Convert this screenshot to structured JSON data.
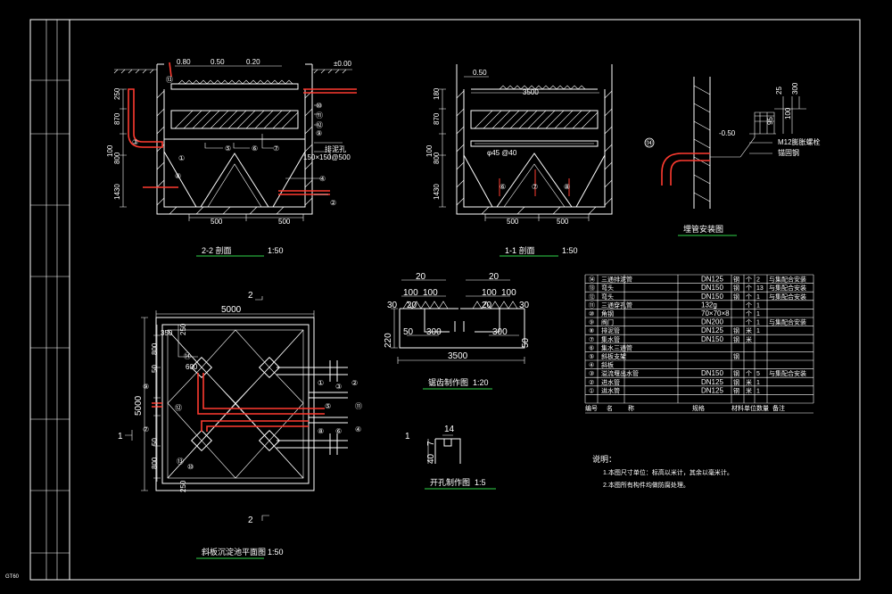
{
  "titles": {
    "section22": "2-2 剖面",
    "section22_scale": "1:50",
    "section11": "1-1 剖面",
    "section11_scale": "1:50",
    "pipe_detail": "埋管安装图",
    "plan": "斜板沉淀池平面图",
    "plan_scale": "1:50",
    "saw_detail": "锯齿制作图",
    "saw_scale": "1:20",
    "hole_detail": "开孔制作图",
    "hole_scale": "1:5"
  },
  "sec22": {
    "top_left": "0.80",
    "top_mid": "0.50",
    "top_right": "0.20",
    "elev": "±0.00",
    "left_dims": [
      "250",
      "870",
      "800",
      "1430"
    ],
    "mid_dim": "100",
    "note": "150×150@500",
    "note_label": "排泥孔",
    "bottom": [
      "500",
      "500"
    ],
    "callouts": [
      "⑬",
      "⑩",
      "⑪",
      "⑫",
      "⑤",
      "⑥",
      "⑦",
      "③",
      "①",
      "⑨",
      "⑧",
      "④",
      "②"
    ]
  },
  "sec11": {
    "top": "0.50",
    "span": "3500",
    "left_dims": [
      "180",
      "870",
      "800",
      "1430"
    ],
    "mid_dim": "100",
    "note": "φ45 @40",
    "bottom": [
      "500",
      "500"
    ],
    "callouts": [
      "⑥",
      "⑦",
      "⑧"
    ]
  },
  "pipe": {
    "dims": [
      "25",
      "300",
      "100",
      "95"
    ],
    "elev": "-0.50",
    "labels": [
      "M12膨胀螺栓",
      "锚固钢"
    ],
    "callouts": [
      "⑭"
    ]
  },
  "plan": {
    "width": "5000",
    "height": "5000",
    "left_dims": [
      "350",
      "800",
      "50",
      "50",
      "800",
      "250"
    ],
    "top_dims": [
      "250",
      "600"
    ],
    "markers": [
      "2",
      "1",
      "1",
      "2"
    ],
    "callouts": [
      "⑭",
      "⑨",
      "⑫",
      "①",
      "③",
      "⑦",
      "⑬",
      "②",
      "④",
      "⑪",
      "⑧",
      "⑥",
      "⑤",
      "⑩"
    ]
  },
  "saw": {
    "top": [
      "20",
      "20"
    ],
    "row2": [
      "100",
      "100",
      "100",
      "100"
    ],
    "row3": [
      "30",
      "20",
      "20",
      "30"
    ],
    "left": [
      "220"
    ],
    "mid": [
      "50",
      "300",
      "300",
      "50"
    ],
    "span": "3500"
  },
  "hole": {
    "dims": [
      "14",
      "7",
      "40"
    ]
  },
  "table": {
    "headers": [
      "编号",
      "名",
      "称",
      "规格",
      "材料",
      "单位",
      "数量",
      "备注"
    ],
    "rows": [
      [
        "⑭",
        "三通排泥管",
        "DN125",
        "钢",
        "个",
        "2",
        "与集配合安装"
      ],
      [
        "⑬",
        "弯头",
        "DN150",
        "钢",
        "个",
        "13",
        "与集配合安装"
      ],
      [
        "⑫",
        "弯头",
        "DN150",
        "钢",
        "个",
        "1",
        "与集配合安装"
      ],
      [
        "⑪",
        "三通穿孔管",
        "132g",
        "",
        "个",
        "1",
        ""
      ],
      [
        "⑩",
        "角钢",
        "70×70×8",
        "",
        "个",
        "1",
        ""
      ],
      [
        "⑨",
        "阀门",
        "DN200",
        "",
        "个",
        "1",
        "与集配合安装"
      ],
      [
        "⑧",
        "排泥管",
        "DN125",
        "钢",
        "米",
        "1",
        ""
      ],
      [
        "⑦",
        "集水管",
        "DN150",
        "钢",
        "米",
        "",
        ""
      ],
      [
        "⑥",
        "集水三通管",
        "",
        "",
        "",
        "",
        ""
      ],
      [
        "⑤",
        "斜板支架",
        "",
        "钢",
        "",
        "",
        ""
      ],
      [
        "④",
        "斜板",
        "",
        "",
        "",
        "",
        ""
      ],
      [
        "③",
        "溢流堰出水管",
        "DN150",
        "钢",
        "个",
        "5",
        "与集配合安装"
      ],
      [
        "②",
        "进水管",
        "DN125",
        "钢",
        "米",
        "1",
        ""
      ],
      [
        "①",
        "进水管",
        "DN125",
        "钢",
        "米",
        "1",
        ""
      ]
    ]
  },
  "notes": {
    "heading": "说明：",
    "items": [
      "1.本图尺寸单位：标高以米计，其余以毫米计。",
      "2.本图所有构件均做防腐处理。"
    ]
  },
  "titleblock": {
    "label": "GT60"
  }
}
